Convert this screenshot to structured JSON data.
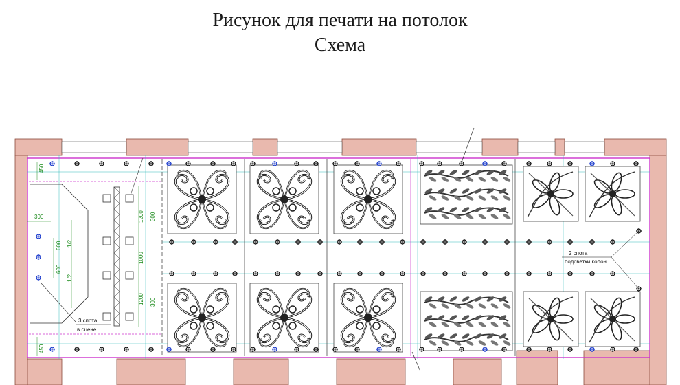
{
  "title": {
    "line1": "Рисунок для печати на потолок",
    "line2": "Схема"
  },
  "plan": {
    "colors": {
      "wall": "#e9b9ae",
      "wall_stroke": "#8a4a3a",
      "ceiling_border": "#cc33cc",
      "dimension": "#1a8a1a",
      "axis": "#33bbbb",
      "spot_blue": "#1a3acc"
    },
    "left_dimensions": [
      "450",
      "300",
      "600",
      "600",
      "1/2",
      "1/2",
      "450"
    ],
    "stage_dimensions": [
      "1200",
      "300",
      "1000",
      "1200",
      "300"
    ],
    "annotations": {
      "stage_spots_line1": "3 спота",
      "stage_spots_line2": "в сцене",
      "column_spots_line1": "2 спота",
      "column_spots_line2": "подсветки колон"
    },
    "panels": [
      {
        "pattern": "scroll-ornament",
        "position": "top"
      },
      {
        "pattern": "scroll-ornament",
        "position": "top"
      },
      {
        "pattern": "scroll-ornament",
        "position": "top"
      },
      {
        "pattern": "leaf-frieze",
        "position": "top"
      },
      {
        "pattern": "floral",
        "position": "top"
      },
      {
        "pattern": "floral",
        "position": "top"
      },
      {
        "pattern": "scroll-ornament",
        "position": "bottom"
      },
      {
        "pattern": "scroll-ornament",
        "position": "bottom"
      },
      {
        "pattern": "scroll-ornament",
        "position": "bottom"
      },
      {
        "pattern": "leaf-frieze",
        "position": "bottom"
      },
      {
        "pattern": "floral",
        "position": "bottom"
      },
      {
        "pattern": "floral",
        "position": "bottom"
      }
    ]
  }
}
